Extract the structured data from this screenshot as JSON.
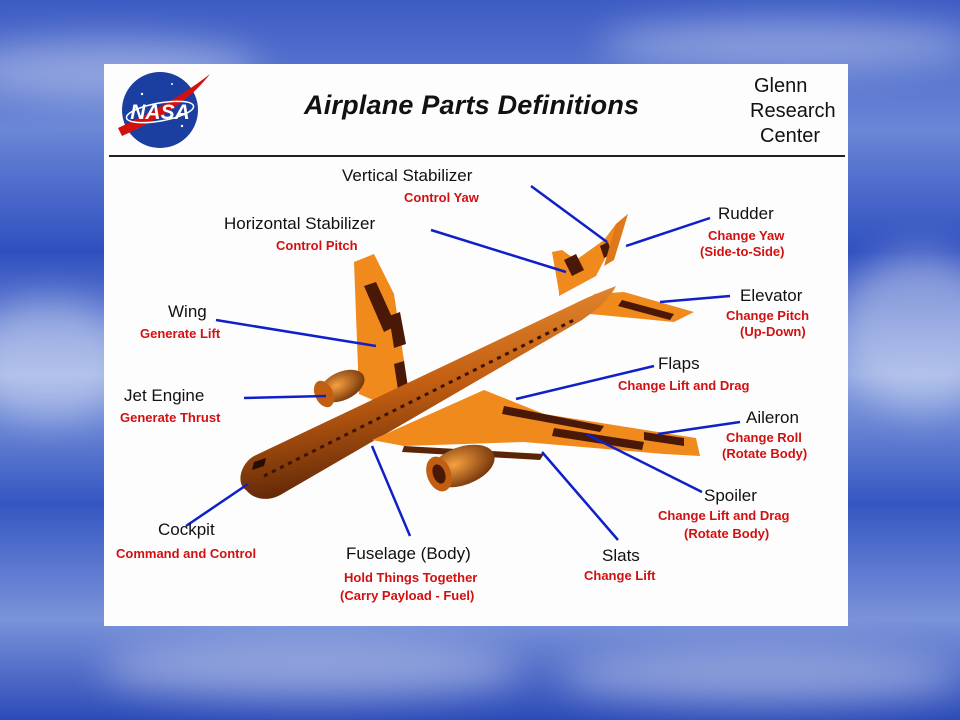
{
  "logo_text": "NASA",
  "title": "Airplane Parts Definitions",
  "center_lines": [
    "Glenn",
    "Research",
    "Center"
  ],
  "parts": {
    "vertical_stabilizer": {
      "name": "Vertical Stabilizer",
      "def": [
        "Control Yaw"
      ]
    },
    "horizontal_stabilizer": {
      "name": "Horizontal Stabilizer",
      "def": [
        "Control Pitch"
      ]
    },
    "rudder": {
      "name": "Rudder",
      "def": [
        "Change Yaw",
        "(Side-to-Side)"
      ]
    },
    "elevator": {
      "name": "Elevator",
      "def": [
        "Change Pitch",
        "(Up-Down)"
      ]
    },
    "wing": {
      "name": "Wing",
      "def": [
        "Generate Lift"
      ]
    },
    "jet_engine": {
      "name": "Jet Engine",
      "def": [
        "Generate Thrust"
      ]
    },
    "flaps": {
      "name": "Flaps",
      "def": [
        "Change Lift and Drag"
      ]
    },
    "aileron": {
      "name": "Aileron",
      "def": [
        "Change Roll",
        "(Rotate Body)"
      ]
    },
    "spoiler": {
      "name": "Spoiler",
      "def": [
        "Change Lift and Drag",
        "(Rotate Body)"
      ]
    },
    "cockpit": {
      "name": "Cockpit",
      "def": [
        "Command and Control"
      ]
    },
    "fuselage": {
      "name": "Fuselage (Body)",
      "def": [
        "Hold Things Together",
        "(Carry Payload - Fuel)"
      ]
    },
    "slats": {
      "name": "Slats",
      "def": [
        "Change Lift"
      ]
    }
  },
  "colors": {
    "accent_label": "#d21010",
    "leader": "#1020c8",
    "airplane": "#f08a1c",
    "nasa_blue": "#1b3fa0"
  }
}
